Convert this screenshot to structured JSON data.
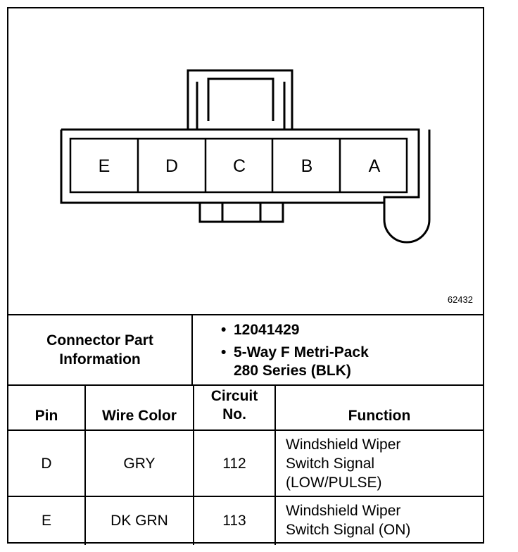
{
  "connector": {
    "pins": [
      "E",
      "D",
      "C",
      "B",
      "A"
    ],
    "figure_id": "62432"
  },
  "part_info": {
    "label": "Connector Part Information",
    "part_number": "12041429",
    "type": "5-Way F Metri-Pack",
    "series": "280 Series (BLK)",
    "bullet": "•"
  },
  "table": {
    "headers": {
      "pin": "Pin",
      "wire_color": "Wire Color",
      "circuit_line1": "Circuit",
      "circuit_line2": "No.",
      "function": "Function"
    },
    "rows": [
      {
        "pin": "D",
        "wire_color": "GRY",
        "circuit": "112",
        "function": [
          "Windshield Wiper",
          "Switch Signal",
          "(LOW/PULSE)"
        ]
      },
      {
        "pin": "E",
        "wire_color": "DK GRN",
        "circuit": "113",
        "function": [
          "Windshield Wiper",
          "Switch Signal (ON)"
        ]
      }
    ]
  }
}
